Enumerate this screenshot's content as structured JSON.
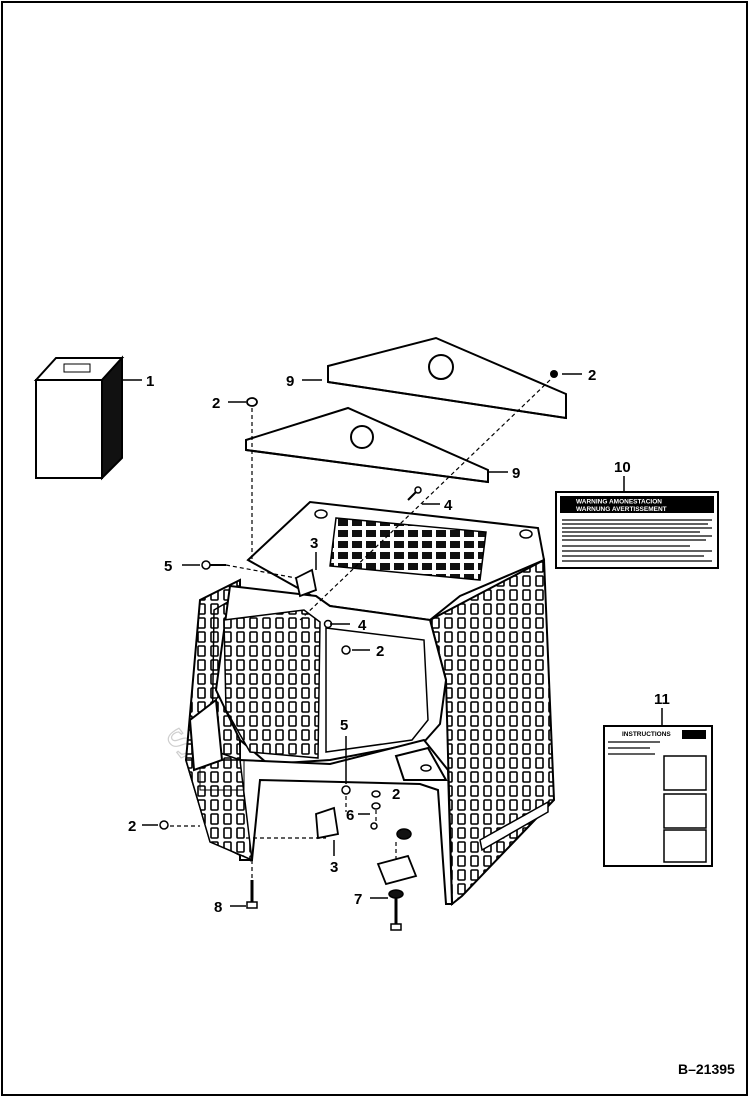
{
  "diagram": {
    "reference_code": "B–21395",
    "watermark": "SAMPLE",
    "warning_decal": {
      "line1": "WARNING AMONESTACION",
      "line2": "WARNUNG AVERTISSEMENT"
    },
    "instruction_decal": {
      "title": "INSTRUCTIONS"
    },
    "callouts": [
      {
        "id": "c1a",
        "label": "1"
      },
      {
        "id": "c2a",
        "label": "2"
      },
      {
        "id": "c2b",
        "label": "2"
      },
      {
        "id": "c2c",
        "label": "2"
      },
      {
        "id": "c2d",
        "label": "2"
      },
      {
        "id": "c2e",
        "label": "2"
      },
      {
        "id": "c3a",
        "label": "3"
      },
      {
        "id": "c3b",
        "label": "3"
      },
      {
        "id": "c4a",
        "label": "4"
      },
      {
        "id": "c4b",
        "label": "4"
      },
      {
        "id": "c5a",
        "label": "5"
      },
      {
        "id": "c5b",
        "label": "5"
      },
      {
        "id": "c6a",
        "label": "6"
      },
      {
        "id": "c7a",
        "label": "7"
      },
      {
        "id": "c8a",
        "label": "8"
      },
      {
        "id": "c9a",
        "label": "9"
      },
      {
        "id": "c9b",
        "label": "9"
      },
      {
        "id": "c10a",
        "label": "10"
      },
      {
        "id": "c11a",
        "label": "11"
      }
    ]
  }
}
